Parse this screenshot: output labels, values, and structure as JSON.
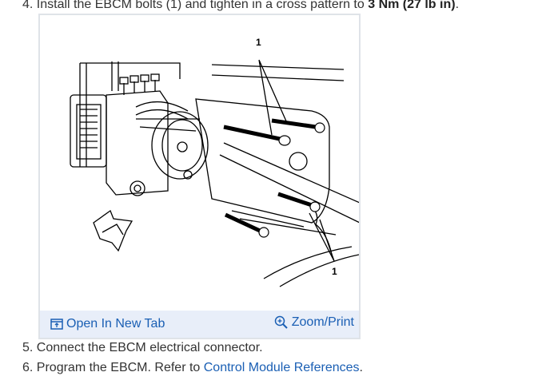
{
  "steps": {
    "step4": {
      "prefix": "4. Install the EBCM bolts (1) and tighten in a cross pattern to ",
      "torque": "3 Nm (27 lb in)",
      "suffix": "."
    },
    "step5": {
      "text": "5. Connect the EBCM electrical connector."
    },
    "step6": {
      "prefix": "6. Program the EBCM. Refer to ",
      "link": "Control Module References",
      "suffix": "."
    }
  },
  "figure": {
    "callouts": [
      "1",
      "1"
    ],
    "open_tab_label": "Open In New Tab",
    "zoom_label": "Zoom/Print",
    "icons": [
      "open-new-tab-icon",
      "zoom-icon"
    ]
  },
  "colors": {
    "link": "#1a5fb4",
    "toolbar_bg": "#e8eef9",
    "text": "#333333"
  }
}
